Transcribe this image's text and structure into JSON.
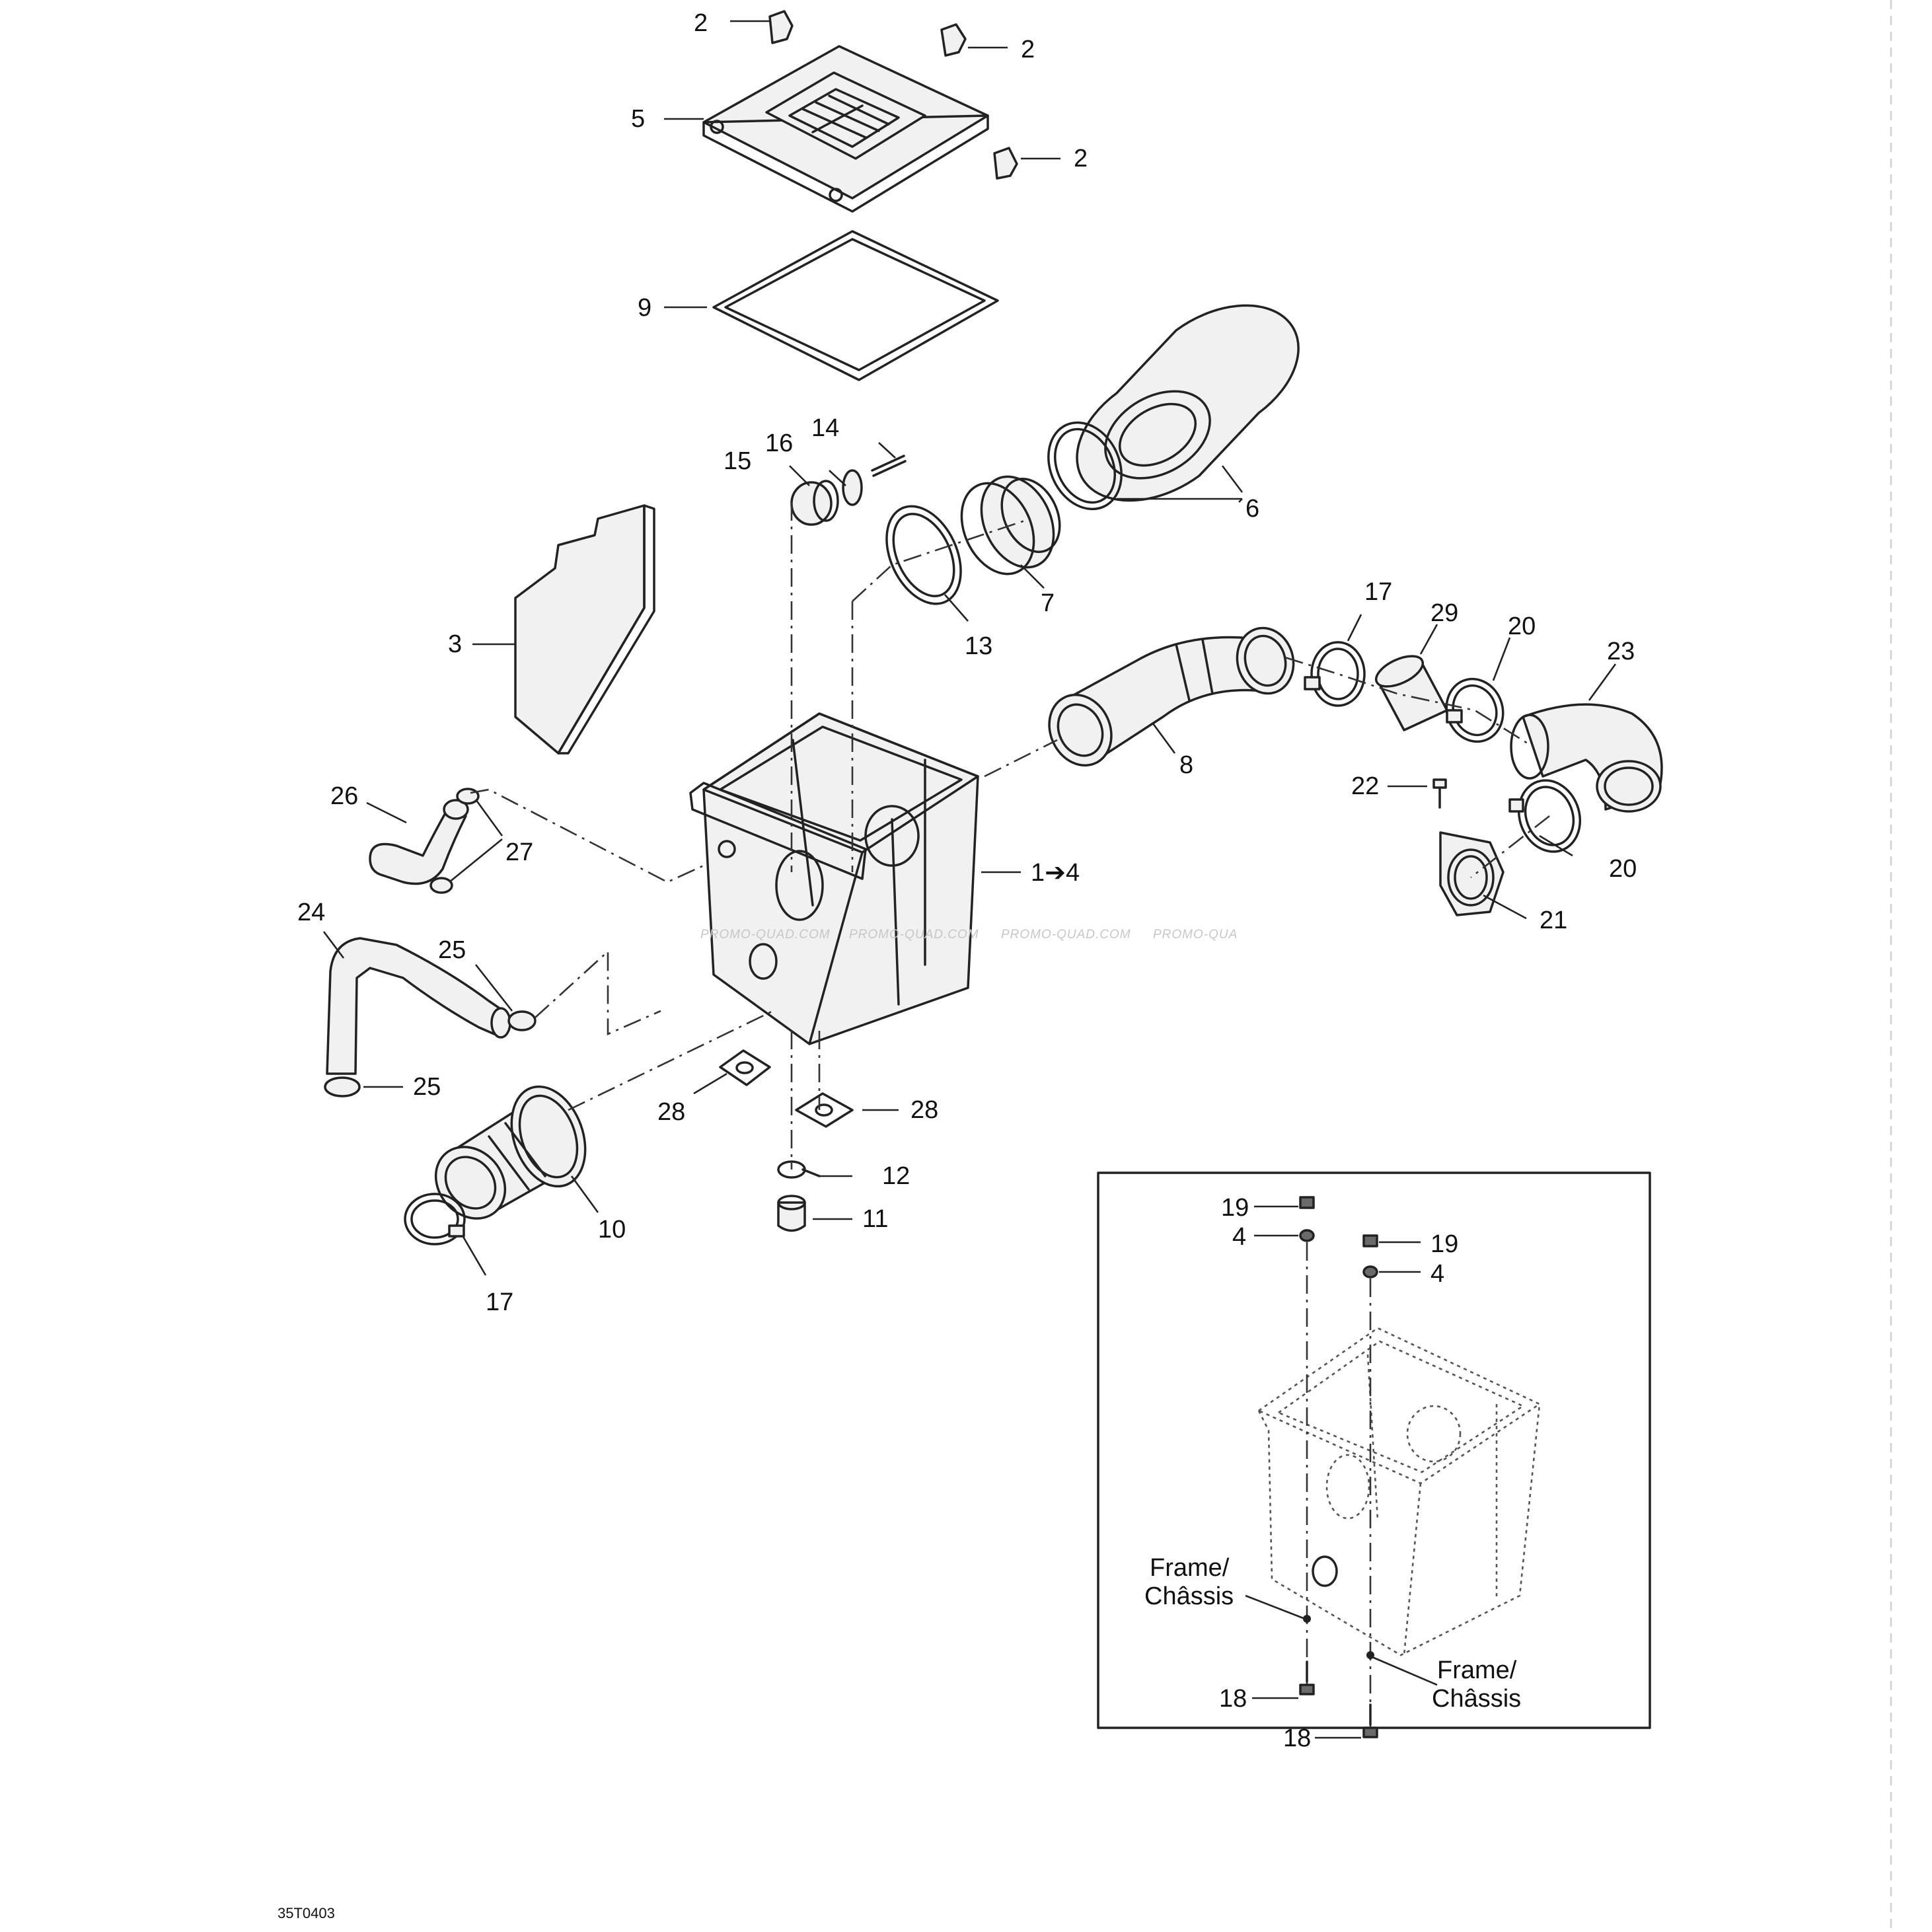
{
  "diagram_code": "35T0403",
  "watermark": [
    "PROMO-QUAD.COM",
    "PROMO-QUAD.COM",
    "PROMO-QUAD.COM",
    "PROMO-QUA"
  ],
  "callouts": {
    "c2a": "2",
    "c2b": "2",
    "c2c": "2",
    "c5": "5",
    "c9": "9",
    "c14": "14",
    "c16": "16",
    "c15": "15",
    "c6": "6",
    "c7": "7",
    "c13": "13",
    "c3": "3",
    "c17a": "17",
    "c29": "29",
    "c20a": "20",
    "c23": "23",
    "c8": "8",
    "c22": "22",
    "c20b": "20",
    "c21": "21",
    "c26": "26",
    "c27": "27",
    "c1to4": "1➔4",
    "c24": "24",
    "c25a": "25",
    "c25b": "25",
    "c28a": "28",
    "c28b": "28",
    "c12": "12",
    "c11": "11",
    "c10": "10",
    "c17b": "17"
  },
  "inset": {
    "c19a": "19",
    "c4a": "4",
    "c19b": "19",
    "c4b": "4",
    "c18a": "18",
    "c18b": "18",
    "frame_left_1": "Frame/",
    "frame_left_2": "Châssis",
    "frame_right_1": "Frame/",
    "frame_right_2": "Châssis"
  }
}
